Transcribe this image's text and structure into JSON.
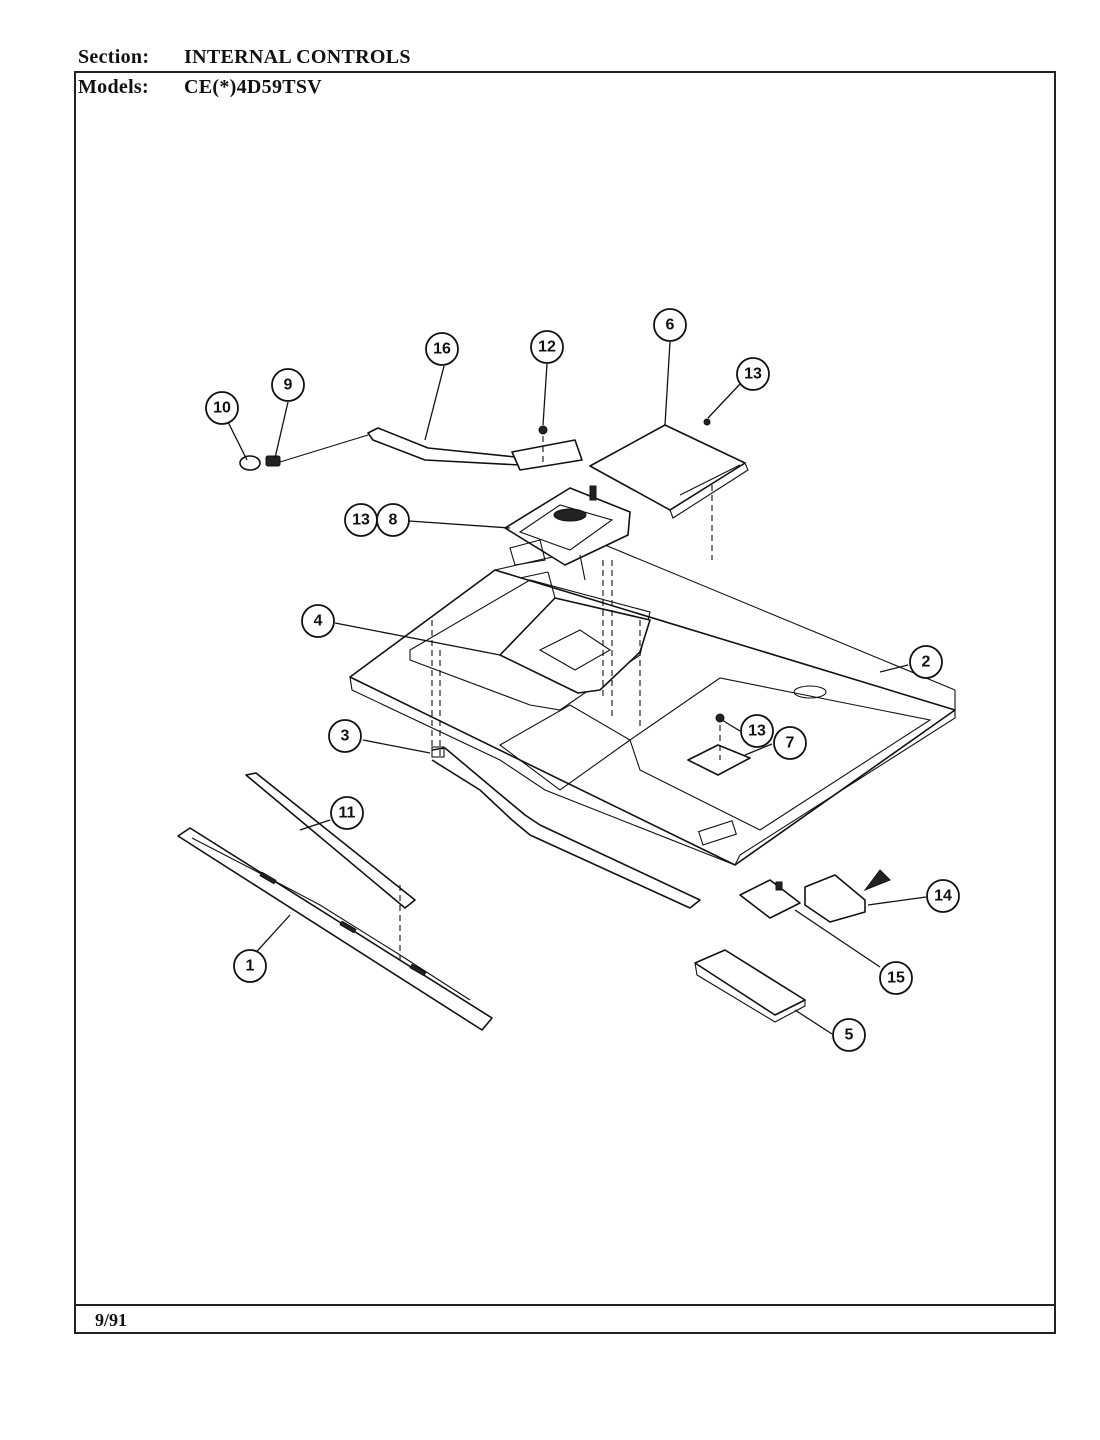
{
  "header": {
    "section_label": "Section:",
    "section_value": "INTERNAL CONTROLS",
    "models_label": "Models:",
    "models_value": "CE(*)4D59TSV"
  },
  "footer": {
    "date": "9/91"
  },
  "callouts": [
    "1",
    "2",
    "3",
    "4",
    "5",
    "6",
    "7",
    "8",
    "9",
    "10",
    "11",
    "12",
    "13",
    "13",
    "13",
    "14",
    "15",
    "16"
  ]
}
